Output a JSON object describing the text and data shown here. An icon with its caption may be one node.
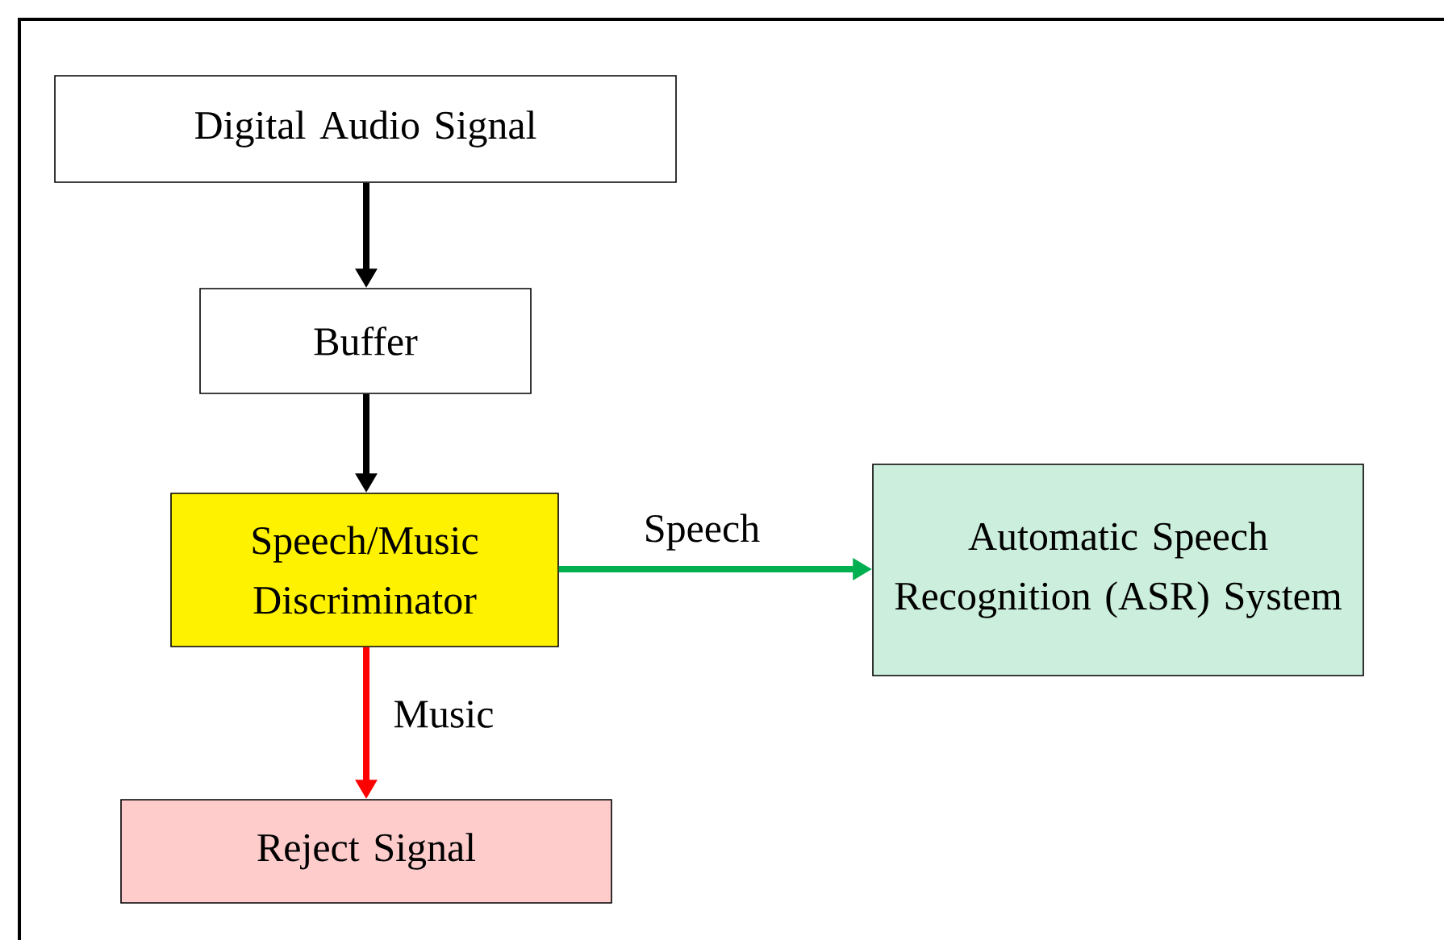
{
  "diagram": {
    "nodes": [
      {
        "text": [
          "Digital Audio Signal"
        ]
      },
      {
        "text": [
          "Buffer"
        ]
      },
      {
        "text": [
          "Speech/Music Discriminator"
        ]
      },
      {
        "text": [
          "Automatic Speech Recognition (ASR) System"
        ]
      },
      {
        "text": [
          "Reject Signal"
        ]
      }
    ],
    "edges": [
      {
        "from": 0,
        "to": 1,
        "arrow": "to"
      },
      {
        "from": 1,
        "to": 2,
        "arrow": "to"
      },
      {
        "from": 2,
        "to": 3,
        "arrow": "to",
        "color": "#00b050",
        "label": "Speech"
      },
      {
        "from": 2,
        "to": 4,
        "arrow": "to",
        "color": "#ff0000",
        "label": "Music"
      }
    ]
  }
}
